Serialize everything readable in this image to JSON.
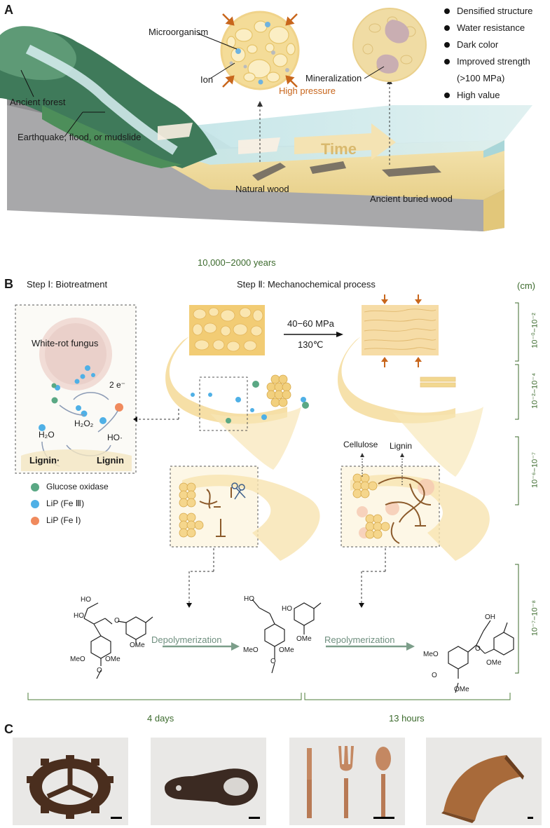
{
  "panel_a": {
    "label": "A",
    "ancient_forest": "Ancient forest",
    "disaster": "Earthquake, flood, or mudslide",
    "microorganism": "Microorganism",
    "ion": "Ion",
    "high_pressure": "High pressure",
    "mineralization": "Mineralization",
    "time": "Time",
    "natural_wood": "Natural wood",
    "ancient_buried_wood": "Ancient buried wood",
    "timespan": "10,000−2000 years",
    "properties": [
      "Densified structure",
      "Water resistance",
      "Dark color",
      "Improved strength",
      "(>100 MPa)",
      "High value"
    ]
  },
  "panel_b": {
    "label": "B",
    "step1": "Step Ⅰ: Biotreatment",
    "step2": "Step Ⅱ: Mechanochemical process",
    "unit": "(cm)",
    "fungus": "White-rot fungus",
    "electrons": "2 e⁻",
    "h2o": "H₂O",
    "h2o2": "H₂O₂",
    "ho": "HO·",
    "lignin_radical": "Lignin·",
    "lignin": "Lignin",
    "legend": [
      {
        "label": "Glucose oxidase",
        "color": "#5aa884"
      },
      {
        "label": "LiP (Fe Ⅲ)",
        "color": "#4fb0e6"
      },
      {
        "label": "LiP (Fe Ⅰ)",
        "color": "#f08a5d"
      }
    ],
    "pressure": "40−60 MPa",
    "temperature": "130℃",
    "cellulose": "Cellulose",
    "lignin_fiber": "Lignin",
    "scales": [
      "10⁻⁰−10⁻²",
      "10⁻²−10⁻⁴",
      "10⁻⁶−10⁻⁷",
      "10⁻⁷−10⁻⁸"
    ],
    "depolymerization": "Depolymerization",
    "repolymerization": "Repolymerization",
    "chem": {
      "ho": "HO",
      "oh": "OH",
      "ome": "OMe",
      "meo": "MeO",
      "o": "O"
    },
    "duration1": "4 days",
    "duration2": "13 hours"
  },
  "panel_c": {
    "label": "C"
  }
}
